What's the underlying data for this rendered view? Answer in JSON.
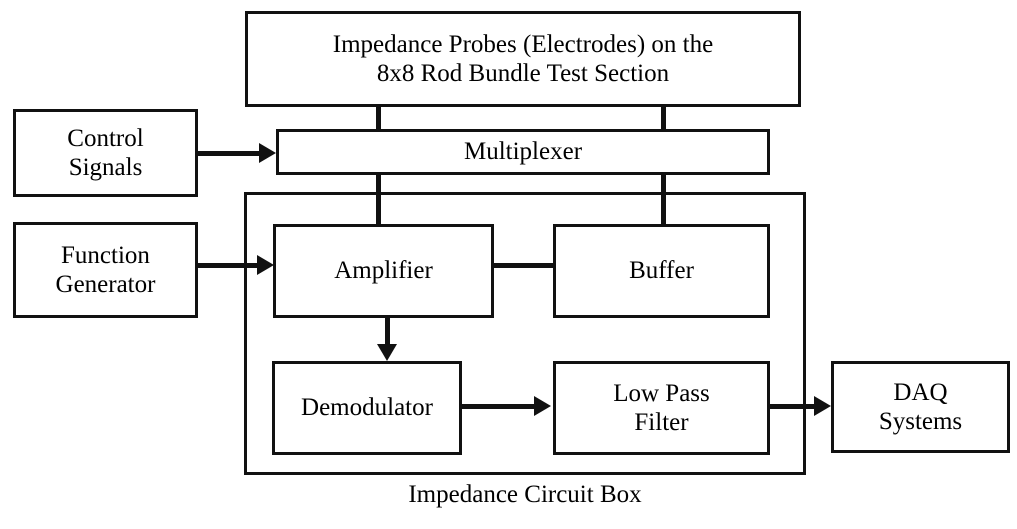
{
  "diagram": {
    "title_caption": "Impedance Circuit Box",
    "blocks": {
      "probes": {
        "line1": "Impedance Probes (Electrodes) on the",
        "line2": "8x8 Rod Bundle Test Section"
      },
      "control_signals": {
        "line1": "Control",
        "line2": "Signals"
      },
      "function_generator": {
        "line1": "Function",
        "line2": "Generator"
      },
      "multiplexer": {
        "label": "Multiplexer"
      },
      "amplifier": {
        "label": "Amplifier"
      },
      "buffer": {
        "label": "Buffer"
      },
      "demodulator": {
        "label": "Demodulator"
      },
      "low_pass_filter": {
        "line1": "Low Pass",
        "line2": "Filter"
      },
      "daq_systems": {
        "line1": "DAQ",
        "line2": "Systems"
      }
    },
    "connections": [
      {
        "from": "control_signals",
        "to": "multiplexer",
        "kind": "arrow-right"
      },
      {
        "from": "function_generator",
        "to": "amplifier",
        "kind": "arrow-right"
      },
      {
        "from": "probes",
        "to": "multiplexer",
        "kind": "line-vertical-left"
      },
      {
        "from": "probes",
        "to": "multiplexer",
        "kind": "line-vertical-right"
      },
      {
        "from": "multiplexer",
        "to": "amplifier",
        "kind": "line-vertical"
      },
      {
        "from": "multiplexer",
        "to": "buffer",
        "kind": "line-vertical"
      },
      {
        "from": "amplifier",
        "to": "buffer",
        "kind": "line-horizontal"
      },
      {
        "from": "amplifier",
        "to": "demodulator",
        "kind": "arrow-down"
      },
      {
        "from": "demodulator",
        "to": "low_pass_filter",
        "kind": "arrow-right"
      },
      {
        "from": "low_pass_filter",
        "to": "daq_systems",
        "kind": "arrow-right"
      }
    ],
    "colors": {
      "stroke": "#111111",
      "background": "#ffffff",
      "text": "#000000"
    }
  }
}
